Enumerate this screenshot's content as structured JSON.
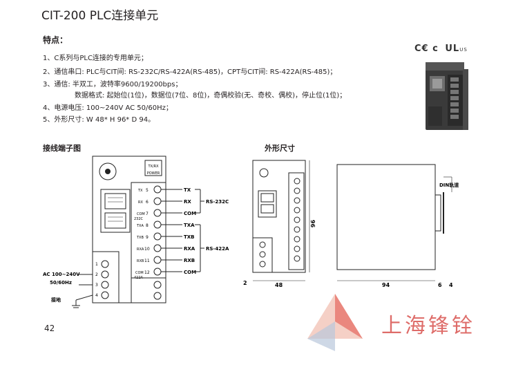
{
  "title": "CIT-200 PLC连接单元",
  "features": {
    "heading": "特点：",
    "items": [
      "1、C系列与PLC连接的专用单元；",
      "2、通信串口: PLC与CIT间: RS-232C/RS-422A(RS-485)，CPT与CIT间: RS-422A(RS-485)；",
      "3、通信: 半双工，波特率9600/19200bps；",
      "数据格式: 起始位(1位)，数据位(7位、8位)，奇偶校验(无、奇校、偶校)，停止位(1位)；",
      "4、电源电压: 100~240V AC 50/60Hz；",
      "5、外形尺寸: W 48* H 96* D 94。"
    ]
  },
  "certifications": {
    "marks": "C€ c",
    "ul": "UL",
    "us": "US"
  },
  "wiring": {
    "heading": "接线端子图",
    "terminals": [
      {
        "no": "5",
        "label": "TX"
      },
      {
        "no": "6",
        "label": "RX"
      },
      {
        "no": "7",
        "label": "COM"
      },
      {
        "no": "8",
        "label": "TXA"
      },
      {
        "no": "9",
        "label": "TXB"
      },
      {
        "no": "10",
        "label": "RXA"
      },
      {
        "no": "11",
        "label": "RXB"
      },
      {
        "no": "12",
        "label": "COM"
      }
    ],
    "rs232_label": "RS-232C",
    "rs422_label": "RS-422A",
    "power_label_1": "AC 100~240V",
    "power_label_2": "50/60Hz",
    "ground_label": "接地",
    "left_terminals": [
      "1",
      "2",
      "3",
      "4"
    ],
    "small_labels": {
      "rs232": "232C",
      "rs422": "422A",
      "power": "POWER",
      "txrx": "TX/RX"
    }
  },
  "dimensions": {
    "heading": "外形尺寸",
    "width": "48",
    "height": "96",
    "left_offset": "2",
    "depth": "94",
    "rail_gap": "6",
    "rail_depth": "4",
    "rail_label": "DIN轨道"
  },
  "page_number": "42",
  "brand": "上海锋铨"
}
